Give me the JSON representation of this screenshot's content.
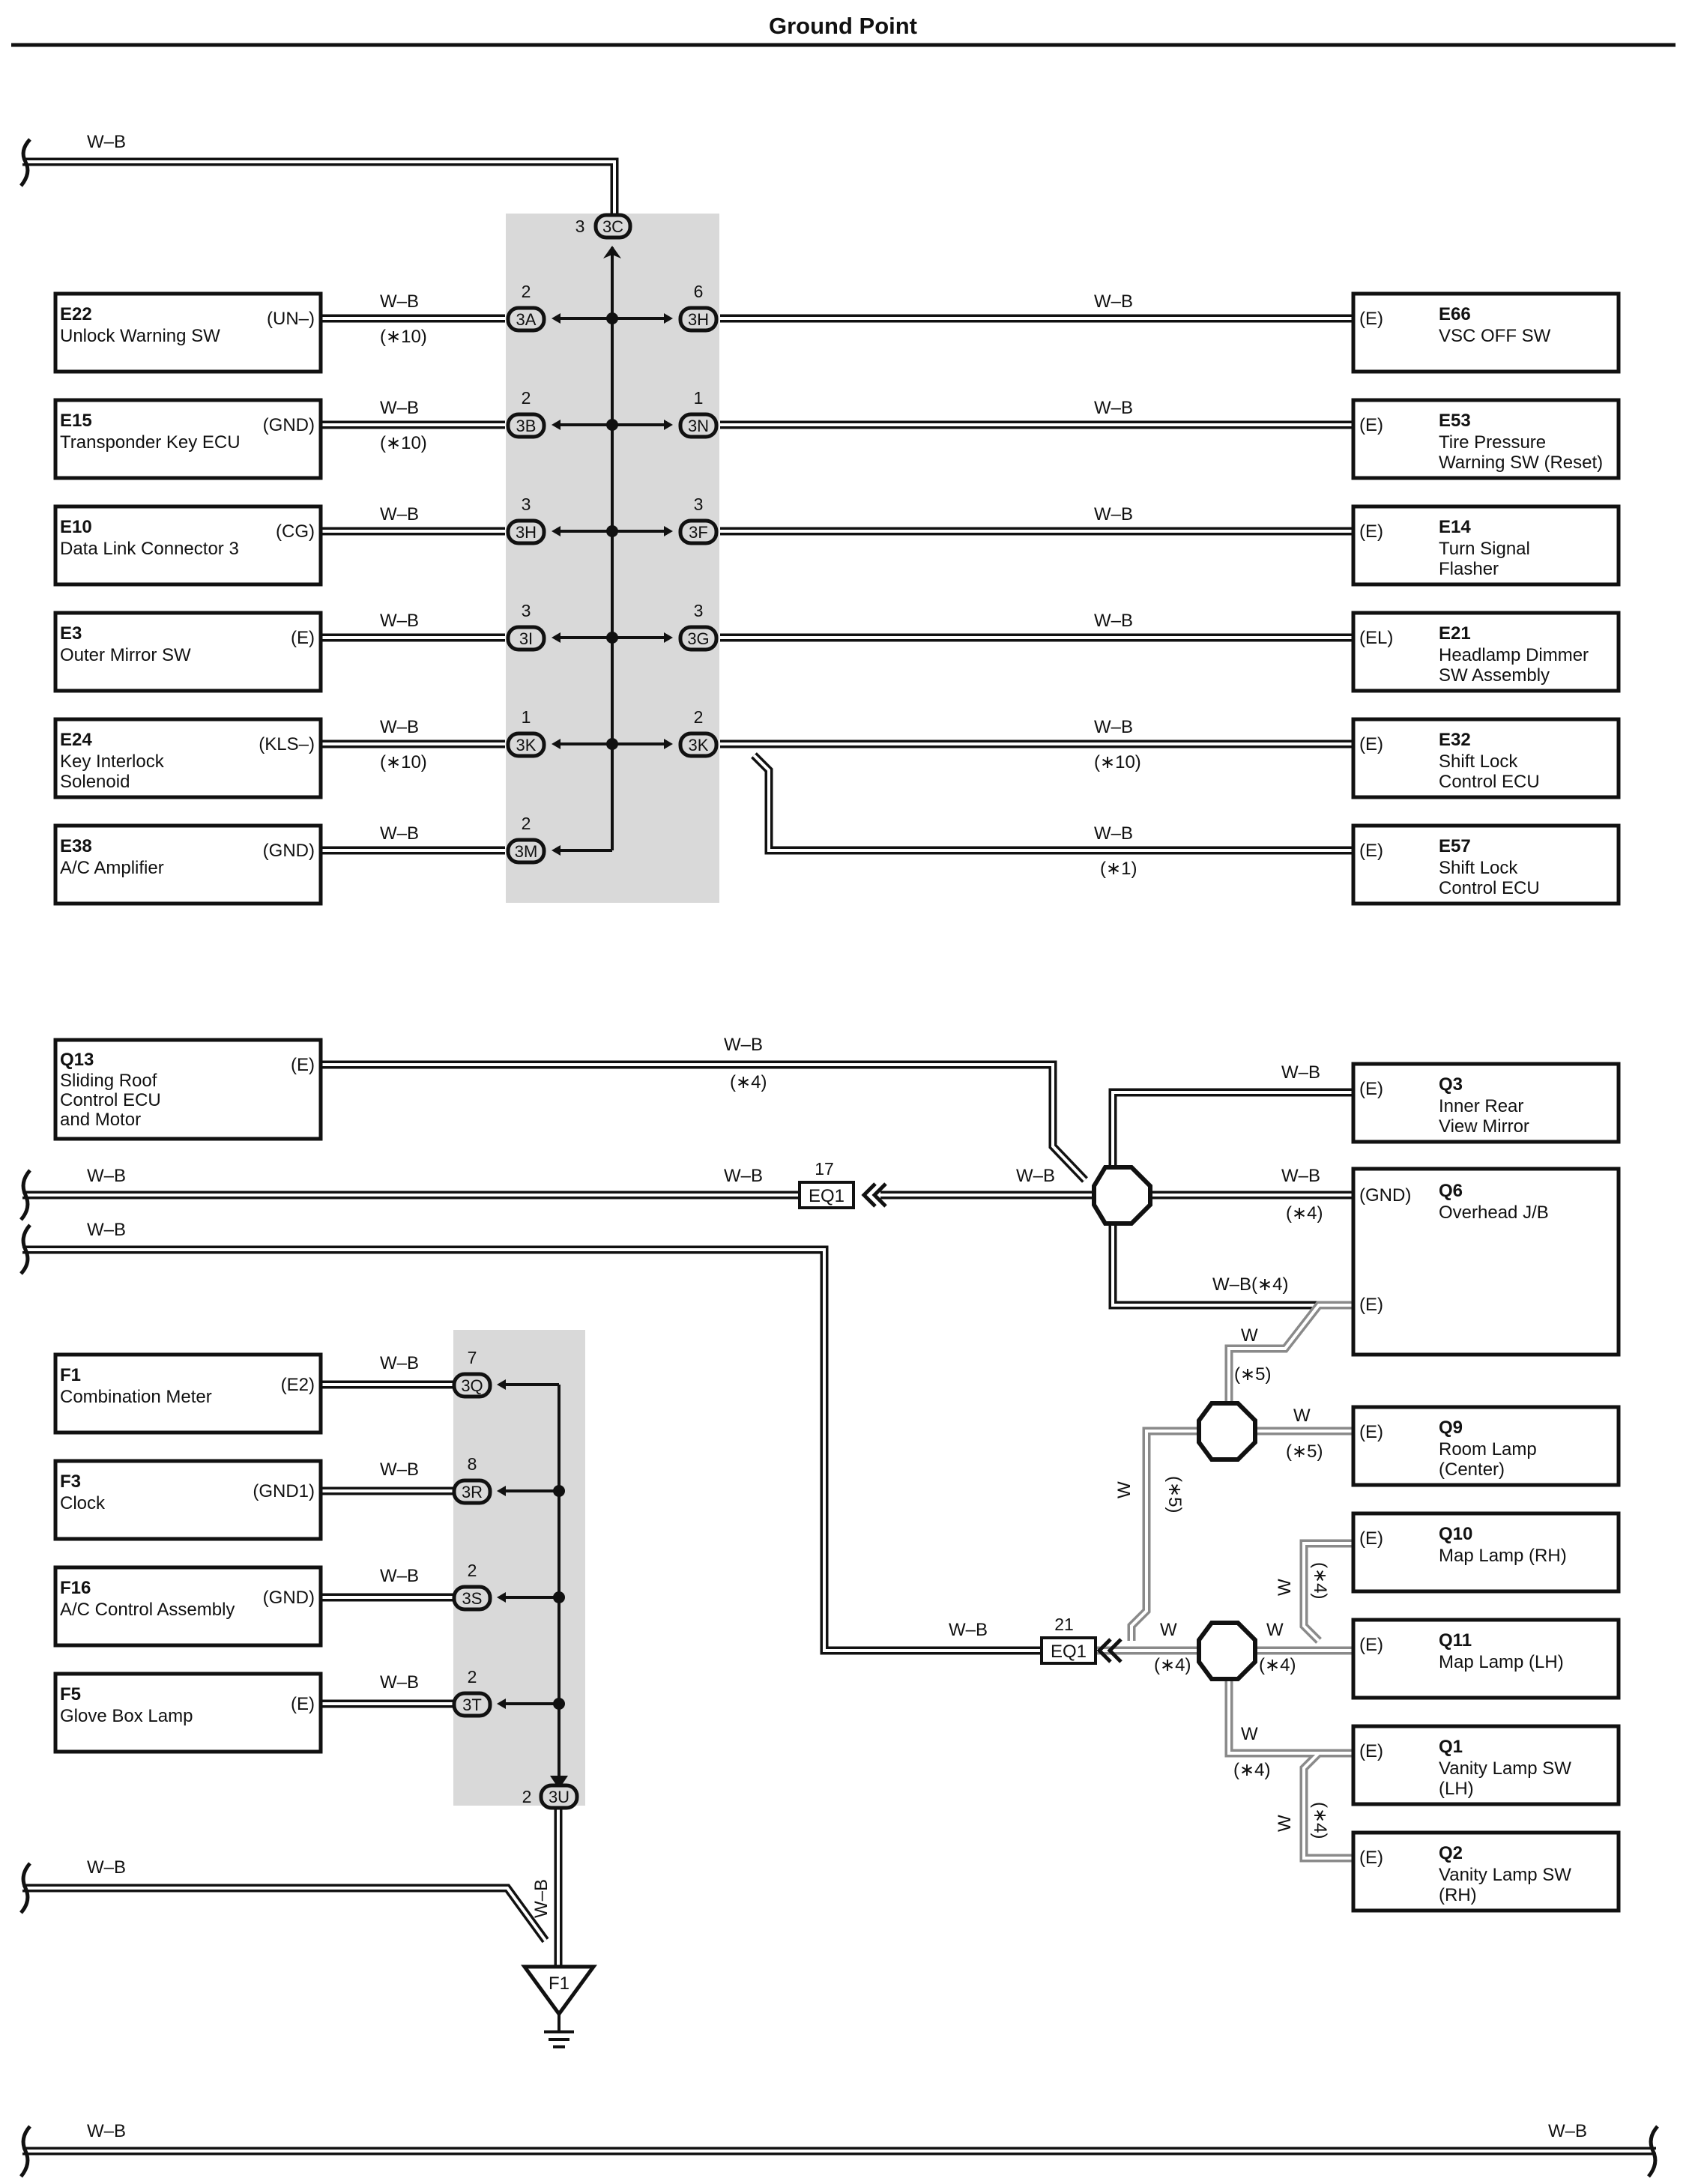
{
  "title": "Ground Point",
  "wire_color_wb": "W–B",
  "wire_color_w": "W",
  "wire_colors": {
    "wb_outer": "#111111",
    "w_outer": "#999999",
    "shade": "#d9d9d9"
  },
  "notes": {
    "n1": "(∗1)",
    "n4": "(∗4)",
    "n5": "(∗5)",
    "n10": "(∗10)",
    "wb_n4": "W–B(∗4)"
  },
  "pins": {
    "p1": "1",
    "p2": "2",
    "p3": "3",
    "p6": "6",
    "p7": "7",
    "p8": "8",
    "p17": "17",
    "p21": "21"
  },
  "splices": {
    "s3A": "3A",
    "s3B": "3B",
    "s3C": "3C",
    "s3F": "3F",
    "s3G": "3G",
    "s3H": "3H",
    "s3I": "3I",
    "s3K": "3K",
    "s3M": "3M",
    "s3N": "3N",
    "s3Q": "3Q",
    "s3R": "3R",
    "s3S": "3S",
    "s3T": "3T",
    "s3U": "3U"
  },
  "junction_connector": "EQ1",
  "ground": "F1",
  "components": {
    "E22": {
      "code": "E22",
      "name": "Unlock Warning SW",
      "terminal": "(UN–)"
    },
    "E15": {
      "code": "E15",
      "name": "Transponder Key ECU",
      "terminal": "(GND)"
    },
    "E10": {
      "code": "E10",
      "name": "Data Link Connector 3",
      "terminal": "(CG)"
    },
    "E3": {
      "code": "E3",
      "name": "Outer Mirror SW",
      "terminal": "(E)"
    },
    "E24": {
      "code": "E24",
      "name1": "Key Interlock",
      "name2": "Solenoid",
      "terminal": "(KLS–)"
    },
    "E38": {
      "code": "E38",
      "name": "A/C Amplifier",
      "terminal": "(GND)"
    },
    "E66": {
      "code": "E66",
      "name": "VSC OFF SW",
      "terminal": "(E)"
    },
    "E53": {
      "code": "E53",
      "name1": "Tire Pressure",
      "name2": "Warning SW (Reset)",
      "terminal": "(E)"
    },
    "E14": {
      "code": "E14",
      "name1": "Turn Signal",
      "name2": "Flasher",
      "terminal": "(E)"
    },
    "E21": {
      "code": "E21",
      "name1": "Headlamp Dimmer",
      "name2": "SW Assembly",
      "terminal": "(EL)"
    },
    "E32": {
      "code": "E32",
      "name1": "Shift Lock",
      "name2": "Control ECU",
      "terminal": "(E)"
    },
    "E57": {
      "code": "E57",
      "name1": "Shift Lock",
      "name2": "Control ECU",
      "terminal": "(E)"
    },
    "Q13": {
      "code": "Q13",
      "name1": "Sliding Roof",
      "name2": "Control ECU",
      "name3": "and Motor",
      "terminal": "(E)"
    },
    "Q3": {
      "code": "Q3",
      "name1": "Inner Rear",
      "name2": "View Mirror",
      "terminal": "(E)"
    },
    "Q6": {
      "code": "Q6",
      "name": "Overhead J/B",
      "terminal1": "(GND)",
      "terminal2": "(E)"
    },
    "Q9": {
      "code": "Q9",
      "name1": "Room Lamp",
      "name2": "(Center)",
      "terminal": "(E)"
    },
    "Q10": {
      "code": "Q10",
      "name": "Map Lamp (RH)",
      "terminal": "(E)"
    },
    "Q11": {
      "code": "Q11",
      "name": "Map Lamp (LH)",
      "terminal": "(E)"
    },
    "Q1": {
      "code": "Q1",
      "name1": "Vanity Lamp SW",
      "name2": "(LH)",
      "terminal": "(E)"
    },
    "Q2": {
      "code": "Q2",
      "name1": "Vanity Lamp SW",
      "name2": "(RH)",
      "terminal": "(E)"
    },
    "F1": {
      "code": "F1",
      "name": "Combination Meter",
      "terminal": "(E2)"
    },
    "F3": {
      "code": "F3",
      "name": "Clock",
      "terminal": "(GND1)"
    },
    "F16": {
      "code": "F16",
      "name": "A/C Control Assembly",
      "terminal": "(GND)"
    },
    "F5": {
      "code": "F5",
      "name": "Glove Box Lamp",
      "terminal": "(E)"
    }
  }
}
